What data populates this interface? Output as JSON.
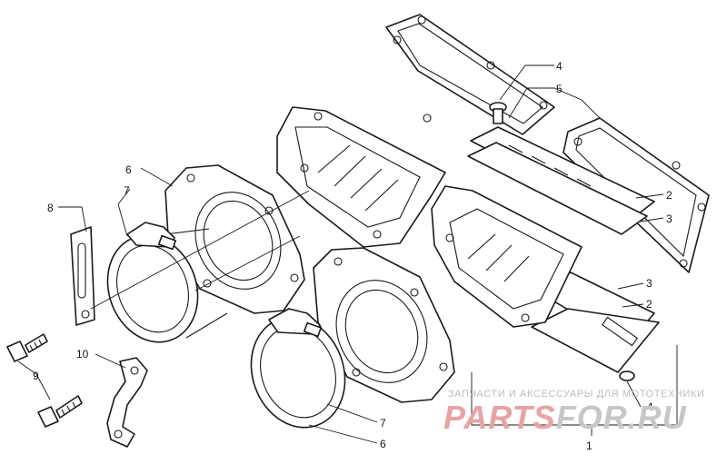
{
  "callouts": [
    "1",
    "2",
    "2",
    "3",
    "3",
    "4",
    "4",
    "5",
    "6",
    "6",
    "7",
    "7",
    "8",
    "9",
    "10"
  ],
  "watermark": {
    "caption": "ЗАПЧАСТИ И АКСЕССУАРЫ ДЛЯ МОТОТЕХНИКИ",
    "logo_part_a": "PARTS",
    "logo_part_b": "FOR.RU"
  },
  "colors": {
    "line": "#1a1a1a",
    "background": "#ffffff",
    "watermark_red": "#e8a3a3",
    "watermark_gray": "#c7c7c7"
  }
}
